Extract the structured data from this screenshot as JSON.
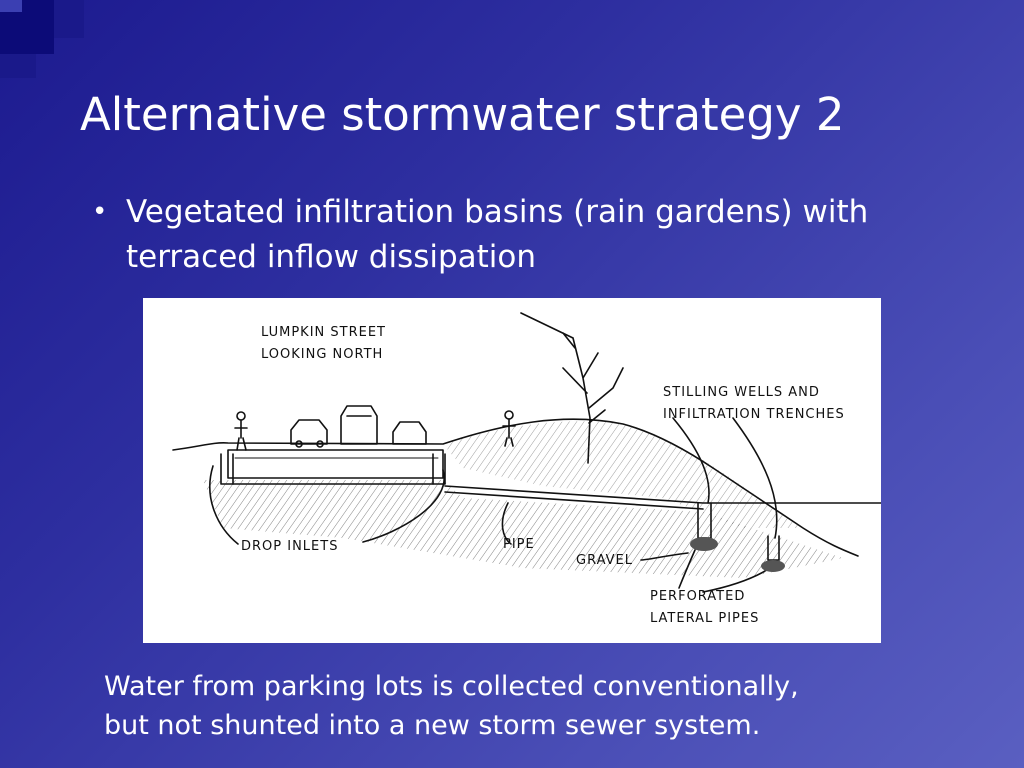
{
  "slide": {
    "title": "Alternative stormwater strategy 2",
    "bullet": "Vegetated infiltration basins (rain gardens) with terraced inflow dissipation",
    "caption_lines": [
      "Water from parking lots is collected conventionally,",
      "but not shunted into a new storm sewer system."
    ]
  },
  "sketch_labels": {
    "street_1": "LUMPKIN STREET",
    "street_2": "LOOKING NORTH",
    "stilling_1": "STILLING WELLS AND",
    "stilling_2": "INFILTRATION TRENCHES",
    "drop_inlets": "DROP INLETS",
    "pipe": "PIPE",
    "gravel": "GRAVEL",
    "perforated_1": "PERFORATED",
    "perforated_2": "LATERAL PIPES"
  },
  "colors": {
    "background_start": "#1c1a8f",
    "background_end": "#5a5fc1",
    "text": "#ffffff"
  }
}
